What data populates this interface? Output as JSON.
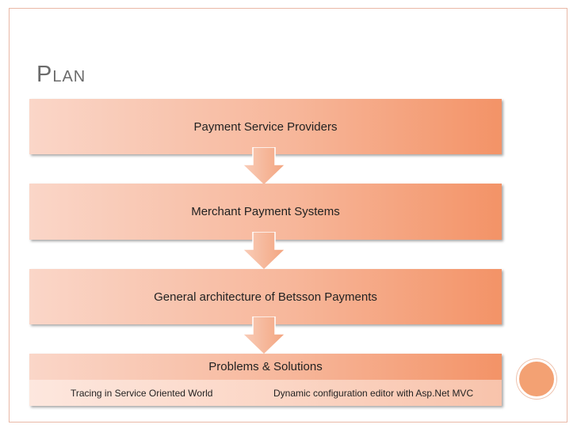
{
  "slide": {
    "title": "Plan"
  },
  "steps": [
    {
      "label": "Payment Service Providers"
    },
    {
      "label": "Merchant Payment Systems"
    },
    {
      "label": "General architecture of Betsson Payments"
    },
    {
      "label": "Problems & Solutions",
      "subitems": [
        "Tracing in Service Oriented World",
        "Dynamic configuration editor with Asp.Net MVC"
      ]
    }
  ],
  "colors": {
    "box_light": "#fad6c8",
    "box_dark": "#f39367",
    "arrow": "#f5b69b",
    "title_text": "#6b6b6b",
    "frame_border": "#e9b8a6"
  }
}
